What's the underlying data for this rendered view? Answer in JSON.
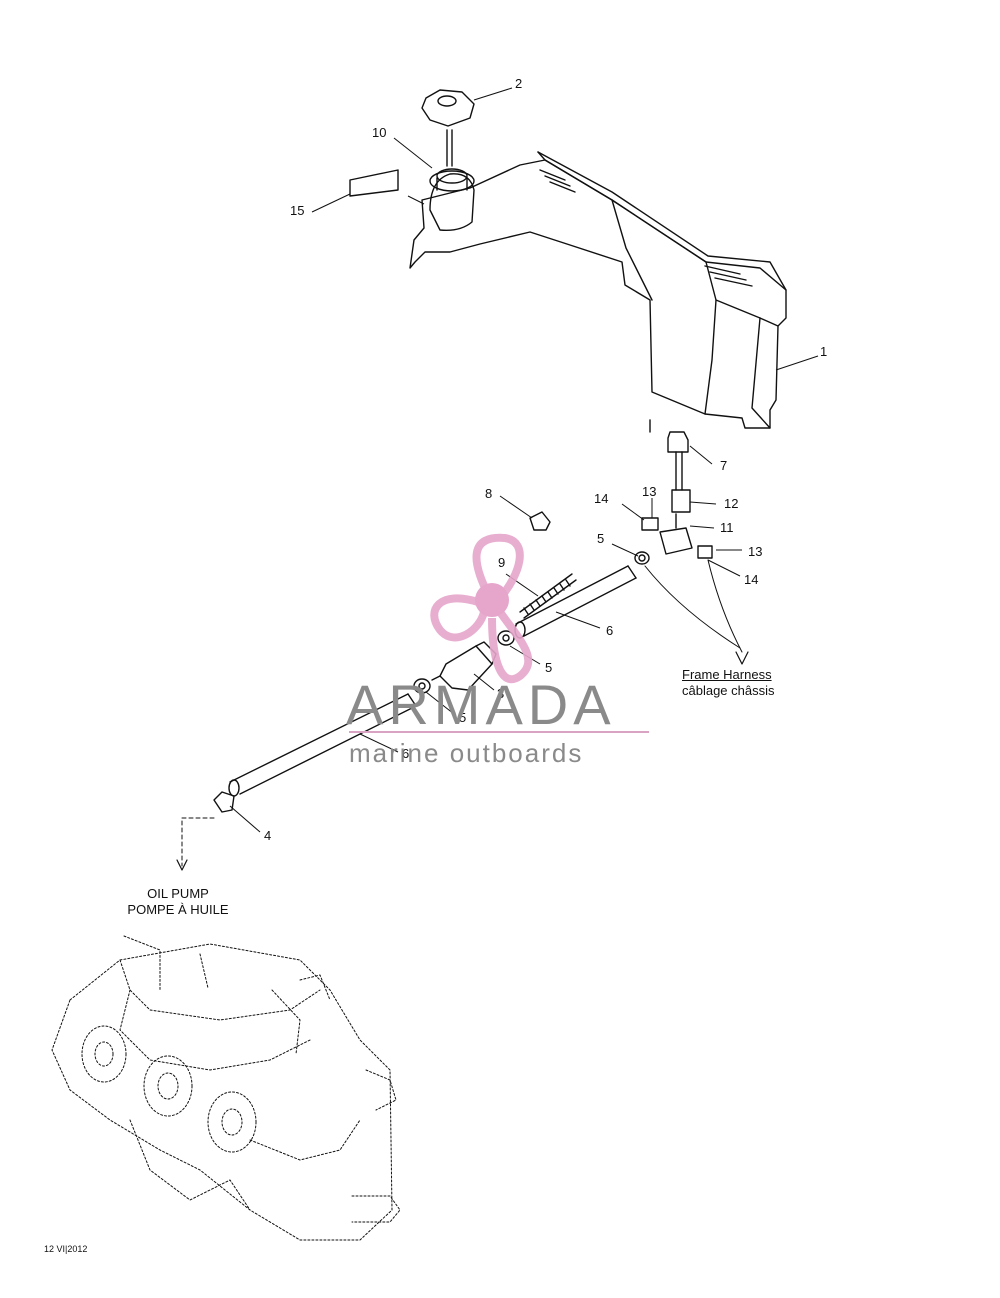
{
  "diagram": {
    "callouts": [
      {
        "id": "c1",
        "label": "1"
      },
      {
        "id": "c2",
        "label": "2"
      },
      {
        "id": "c10",
        "label": "10"
      },
      {
        "id": "c15",
        "label": "15"
      },
      {
        "id": "c7",
        "label": "7"
      },
      {
        "id": "c8",
        "label": "8"
      },
      {
        "id": "c9",
        "label": "9"
      },
      {
        "id": "c14a",
        "label": "14"
      },
      {
        "id": "c13a",
        "label": "13"
      },
      {
        "id": "c12",
        "label": "12"
      },
      {
        "id": "c11",
        "label": "11"
      },
      {
        "id": "c5a",
        "label": "5"
      },
      {
        "id": "c13b",
        "label": "13"
      },
      {
        "id": "c14b",
        "label": "14"
      },
      {
        "id": "c6a",
        "label": "6"
      },
      {
        "id": "c5b",
        "label": "5"
      },
      {
        "id": "c3",
        "label": "3"
      },
      {
        "id": "c5c",
        "label": "5"
      },
      {
        "id": "c6b",
        "label": "6"
      },
      {
        "id": "c4",
        "label": "4"
      }
    ],
    "frame_harness_en": "Frame Harness",
    "frame_harness_fr": "câblage châssis",
    "oil_pump_en": "OIL PUMP",
    "oil_pump_fr": "POMPE À HUILE",
    "footer_code": "12 VI|2012"
  },
  "watermark": {
    "brand": "ARMADA",
    "tagline": "marine outboards",
    "color_pink": "#e6a6cc",
    "color_grey": "#8a8a8a"
  }
}
